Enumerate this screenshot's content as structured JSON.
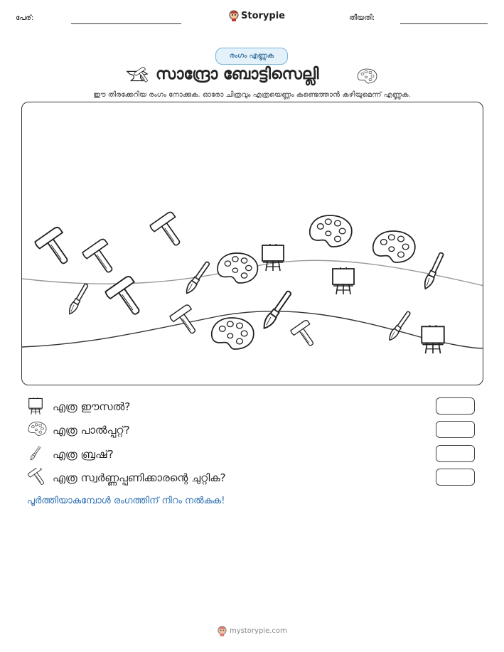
{
  "header": {
    "name_label": "പേര്:",
    "date_label": "തീയതി:",
    "brand": "Storypie"
  },
  "worksheet": {
    "badge": "രംഗം എണ്ണുക",
    "title": "സാന്ദ്രോ ബോട്ടിസെല്ലി",
    "instruction": "ഈ തിരക്കേറിയ രംഗം നോക്കുക. ഓരോ ചിത്രവും എത്രയെണ്ണം കണ്ടെത്താൻ കഴിയുമെന്ന് എണ്ണുക.",
    "title_icons": [
      "anvil-icon",
      "palette-icon"
    ]
  },
  "questions": [
    {
      "icon": "easel-icon",
      "text": "എത്ര ഈസൽ?"
    },
    {
      "icon": "palette-icon",
      "text": "എത്ര പാൽപ്പറ്റ്?"
    },
    {
      "icon": "brush-icon",
      "text": "എത്ര ബ്രഷ്?"
    },
    {
      "icon": "hammer-icon",
      "text": "എത്ര സ്വർണ്ണപ്പണിക്കാരന്റെ ചുറ്റിക?"
    }
  ],
  "color_note": "പൂർത്തിയാകുമ്പോൾ രംഗത്തിന് നിറം നൽകുക!",
  "footer": {
    "url": "mystorypie.com"
  },
  "colors": {
    "accent_blue": "#2a6fb3",
    "badge_bg": "#e3f1fb",
    "badge_border": "#7ab3d9"
  }
}
